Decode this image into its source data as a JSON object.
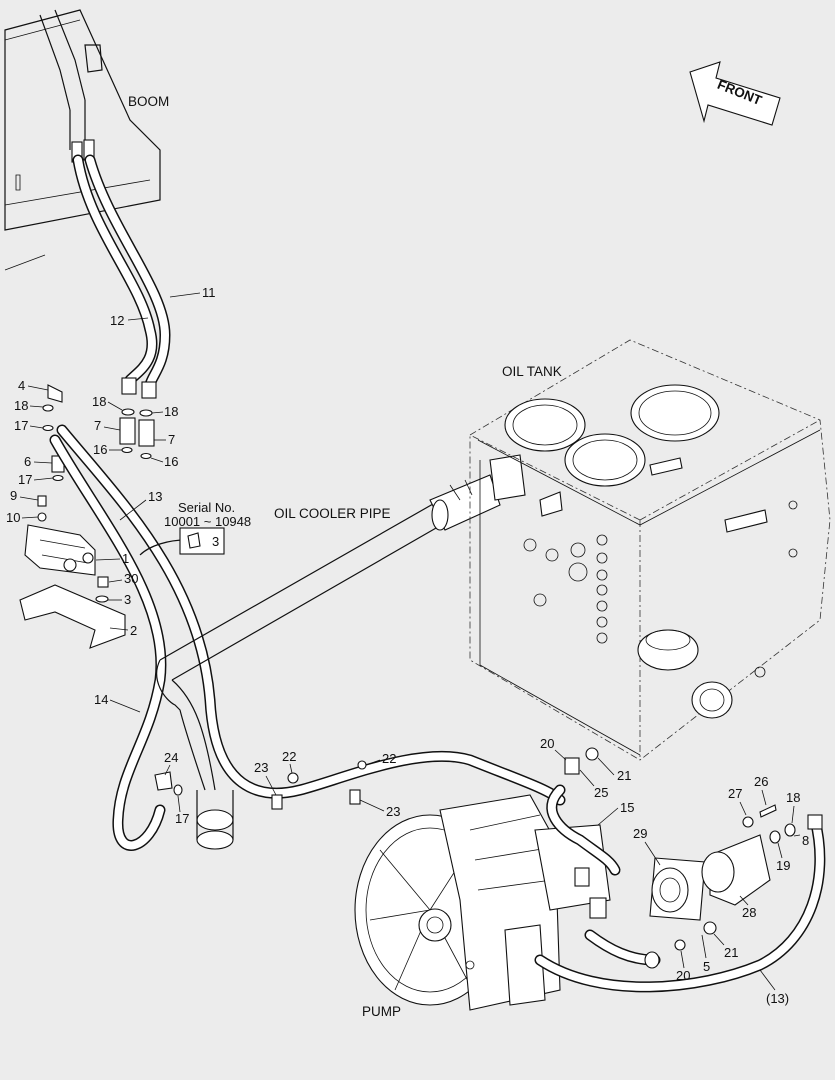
{
  "diagram": {
    "labels": {
      "boom": "BOOM",
      "front": "FRONT",
      "oil_tank": "OIL TANK",
      "oil_cooler_pipe": "OIL COOLER PIPE",
      "pump": "PUMP",
      "serial_line1": "Serial No.",
      "serial_line2": "10001 ~ 10948",
      "serial_part": "3"
    },
    "callouts": [
      "1",
      "2",
      "3",
      "4",
      "5",
      "6",
      "7",
      "8",
      "9",
      "10",
      "11",
      "12",
      "13",
      "14",
      "15",
      "16",
      "17",
      "18",
      "19",
      "20",
      "21",
      "22",
      "23",
      "24",
      "25",
      "26",
      "27",
      "28",
      "29",
      "30",
      "(13)"
    ]
  }
}
